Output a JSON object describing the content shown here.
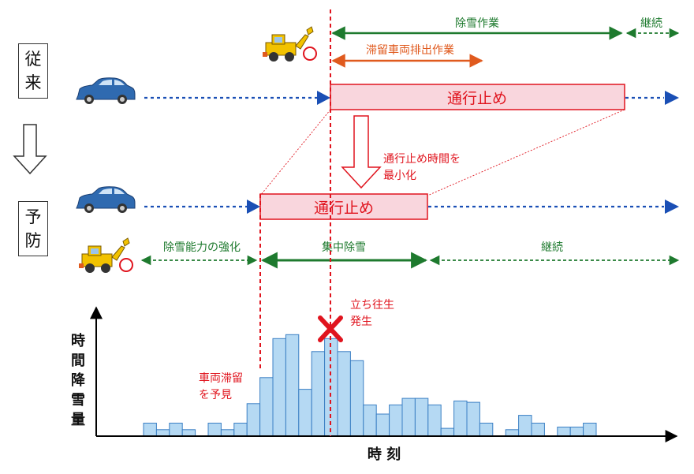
{
  "rows": {
    "conventional": [
      "従",
      "来"
    ],
    "preventive": [
      "予",
      "防"
    ]
  },
  "labels": {
    "snow_removal_work": "除雪作業",
    "continue": "継続",
    "stuck_vehicle_removal": "滞留車両排出作業",
    "road_closure": "通行止め",
    "minimize_note_line1": "通行止め時間を",
    "minimize_note_line2": "最小化",
    "capacity_boost": "除雪能力の強化",
    "intensive_removal": "集中除雪",
    "stranding_line1": "立ち往生",
    "stranding_line2": "発生",
    "stuck_forecast_line1": "車両滞留",
    "stuck_forecast_line2": "を予見"
  },
  "axis": {
    "y_label": [
      "時",
      "間",
      "降",
      "雪",
      "量"
    ],
    "x_label": "時 刻"
  },
  "colors": {
    "green": "#1e7a2e",
    "orange": "#e05a1e",
    "red": "#e0141e",
    "blue": "#1a4fb5",
    "pink_fill": "#f9d6dd",
    "bar_fill": "#b5d9f3",
    "bar_stroke": "#3b7fc4"
  },
  "icons": [
    "snowplow-icon",
    "car-icon",
    "down-arrow-icon",
    "x-mark-icon"
  ],
  "chart_data": {
    "type": "bar",
    "values": [
      1,
      0.5,
      1,
      0.5,
      0,
      1,
      0.5,
      1,
      2.5,
      4.5,
      7.5,
      7.8,
      3.6,
      6.5,
      7.5,
      6.5,
      5.8,
      2.4,
      1.7,
      2.4,
      2.9,
      2.9,
      2.4,
      0.6,
      2.7,
      2.6,
      1,
      0,
      0.5,
      1.6,
      1,
      0,
      0.7,
      0.7,
      1
    ]
  }
}
